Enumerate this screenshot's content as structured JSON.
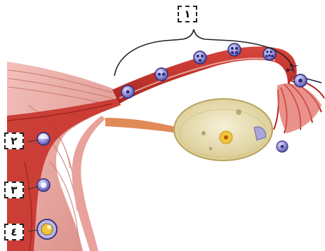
{
  "labels": {
    "label_1": "١",
    "label_2": "٢",
    "label_3": "٣",
    "label_4": "٤"
  },
  "colors": {
    "tube_red": "#c8322a",
    "tube_dark": "#8f1c18",
    "uterus_pink": "#e9a5a0",
    "muscle_stripe": "#c96d67",
    "ovary_fill": "#ece4bf",
    "ovary_rim": "#c8b673",
    "egg_purple": "#7a78c4",
    "egg_core": "#3a3a8a"
  }
}
